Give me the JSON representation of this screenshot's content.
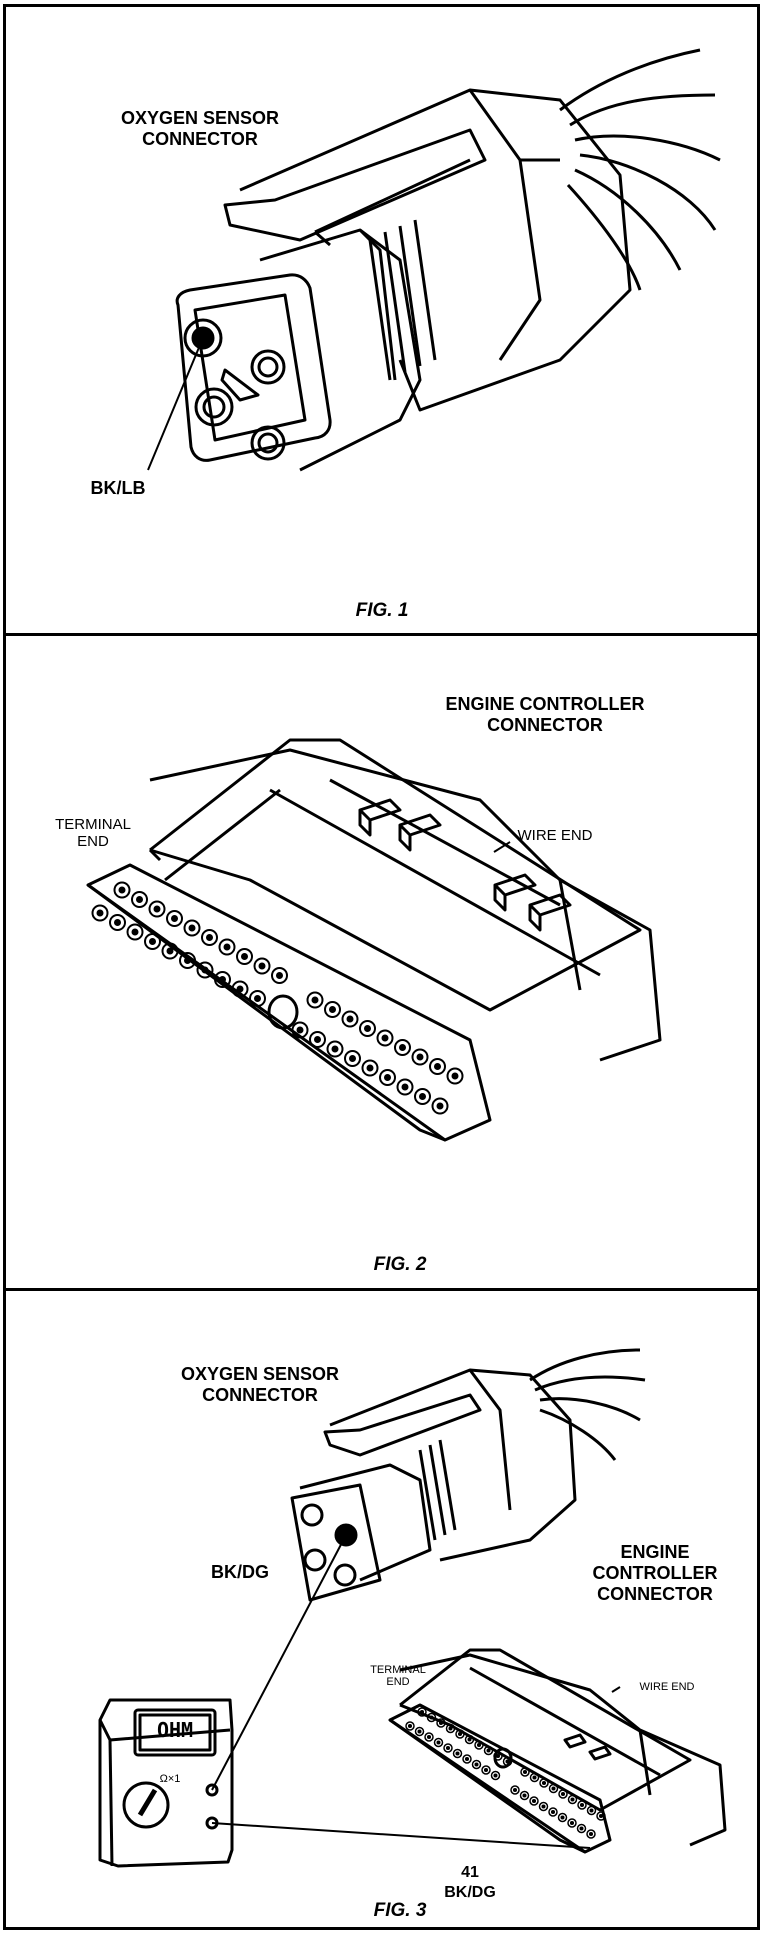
{
  "figures": [
    {
      "caption": "FIG. 1",
      "labels": {
        "connector": [
          "OXYGEN SENSOR",
          "CONNECTOR"
        ],
        "pin": "BK/LB"
      }
    },
    {
      "caption": "FIG. 2",
      "labels": {
        "connector": [
          "ENGINE CONTROLLER",
          "CONNECTOR"
        ],
        "terminal_end": [
          "TERMINAL",
          "END"
        ],
        "wire_end": "WIRE END"
      }
    },
    {
      "caption": "FIG. 3",
      "labels": {
        "o2_connector": [
          "OXYGEN SENSOR",
          "CONNECTOR"
        ],
        "o2_pin": "BK/DG",
        "ecu_connector": [
          "ENGINE",
          "CONTROLLER",
          "CONNECTOR"
        ],
        "terminal_end": [
          "TERMINAL",
          "END"
        ],
        "wire_end": "WIRE END",
        "ecu_pin_number": "41",
        "ecu_pin_wire": "BK/DG",
        "meter_display": "OHM",
        "meter_range": "Ω×1"
      }
    }
  ]
}
